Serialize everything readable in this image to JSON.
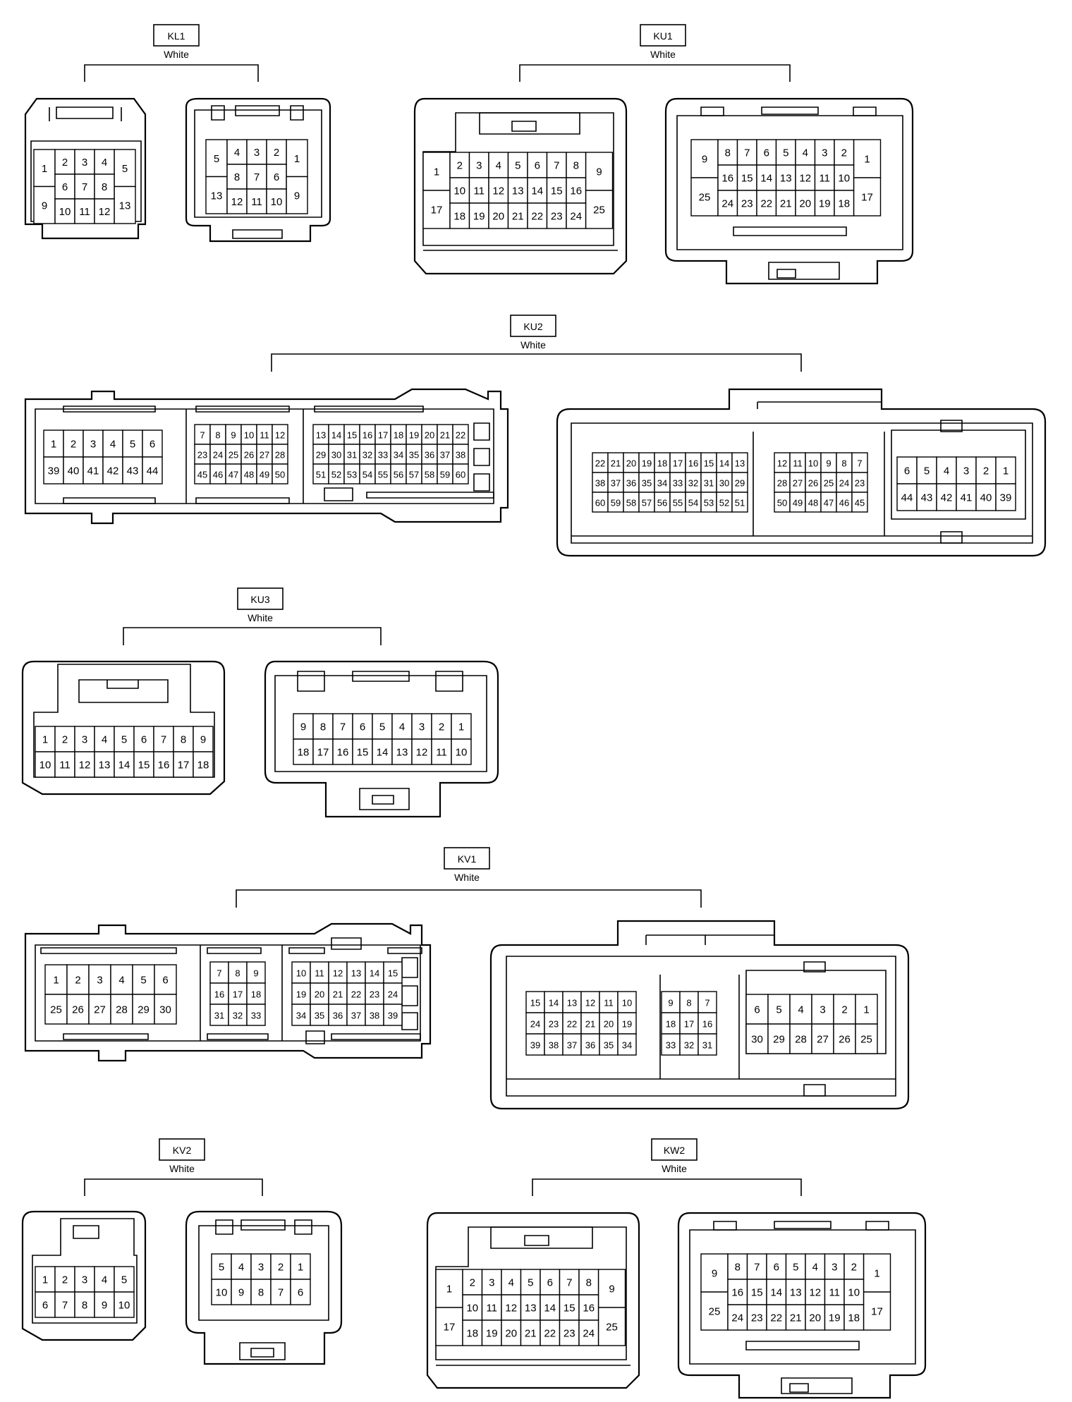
{
  "connectors": [
    {
      "code": "KL1",
      "color": "White",
      "views": [
        {
          "rows": [
            [
              "1",
              "2",
              "3",
              "4",
              "5"
            ],
            [
              "9",
              "6",
              "7",
              "8",
              "13"
            ],
            [
              "10",
              "11",
              "12"
            ]
          ]
        },
        {
          "rows": [
            [
              "5",
              "4",
              "3",
              "2",
              "1"
            ],
            [
              "13",
              "8",
              "7",
              "6",
              "9"
            ],
            [
              "12",
              "11",
              "10"
            ]
          ]
        }
      ]
    },
    {
      "code": "KU1",
      "color": "White",
      "views": [
        {
          "rows": [
            [
              "1",
              "2",
              "3",
              "4",
              "5",
              "6",
              "7",
              "8",
              "9"
            ],
            [
              "17",
              "10",
              "11",
              "12",
              "13",
              "14",
              "15",
              "16",
              "25"
            ],
            [
              "18",
              "19",
              "20",
              "21",
              "22",
              "23",
              "24"
            ]
          ]
        },
        {
          "rows": [
            [
              "9",
              "8",
              "7",
              "6",
              "5",
              "4",
              "3",
              "2",
              "1"
            ],
            [
              "25",
              "16",
              "15",
              "14",
              "13",
              "12",
              "11",
              "10",
              "17"
            ],
            [
              "24",
              "23",
              "22",
              "21",
              "20",
              "19",
              "18"
            ]
          ]
        }
      ]
    },
    {
      "code": "KU2",
      "color": "White",
      "views": [
        {
          "groups": [
            [
              [
                "1",
                "2",
                "3",
                "4",
                "5",
                "6"
              ],
              [
                "39",
                "40",
                "41",
                "42",
                "43",
                "44"
              ]
            ],
            [
              [
                "7",
                "8",
                "9",
                "10",
                "11",
                "12"
              ],
              [
                "23",
                "24",
                "25",
                "26",
                "27",
                "28"
              ],
              [
                "45",
                "46",
                "47",
                "48",
                "49",
                "50"
              ]
            ],
            [
              [
                "13",
                "14",
                "15",
                "16",
                "17",
                "18",
                "19",
                "20",
                "21",
                "22"
              ],
              [
                "29",
                "30",
                "31",
                "32",
                "33",
                "34",
                "35",
                "36",
                "37",
                "38"
              ],
              [
                "51",
                "52",
                "53",
                "54",
                "55",
                "56",
                "57",
                "58",
                "59",
                "60"
              ]
            ]
          ]
        },
        {
          "groups": [
            [
              [
                "22",
                "21",
                "20",
                "19",
                "18",
                "17",
                "16",
                "15",
                "14",
                "13"
              ],
              [
                "38",
                "37",
                "36",
                "35",
                "34",
                "33",
                "32",
                "31",
                "30",
                "29"
              ],
              [
                "60",
                "59",
                "58",
                "57",
                "56",
                "55",
                "54",
                "53",
                "52",
                "51"
              ]
            ],
            [
              [
                "12",
                "11",
                "10",
                "9",
                "8",
                "7"
              ],
              [
                "28",
                "27",
                "26",
                "25",
                "24",
                "23"
              ],
              [
                "50",
                "49",
                "48",
                "47",
                "46",
                "45"
              ]
            ],
            [
              [
                "6",
                "5",
                "4",
                "3",
                "2",
                "1"
              ],
              [
                "44",
                "43",
                "42",
                "41",
                "40",
                "39"
              ]
            ]
          ]
        }
      ]
    },
    {
      "code": "KU3",
      "color": "White",
      "views": [
        {
          "rows": [
            [
              "1",
              "2",
              "3",
              "4",
              "5",
              "6",
              "7",
              "8",
              "9"
            ],
            [
              "10",
              "11",
              "12",
              "13",
              "14",
              "15",
              "16",
              "17",
              "18"
            ]
          ]
        },
        {
          "rows": [
            [
              "9",
              "8",
              "7",
              "6",
              "5",
              "4",
              "3",
              "2",
              "1"
            ],
            [
              "18",
              "17",
              "16",
              "15",
              "14",
              "13",
              "12",
              "11",
              "10"
            ]
          ]
        }
      ]
    },
    {
      "code": "KV1",
      "color": "White",
      "views": [
        {
          "groups": [
            [
              [
                "1",
                "2",
                "3",
                "4",
                "5",
                "6"
              ],
              [
                "25",
                "26",
                "27",
                "28",
                "29",
                "30"
              ]
            ],
            [
              [
                "7",
                "8",
                "9"
              ],
              [
                "16",
                "17",
                "18"
              ],
              [
                "31",
                "32",
                "33"
              ]
            ],
            [
              [
                "10",
                "11",
                "12",
                "13",
                "14",
                "15"
              ],
              [
                "19",
                "20",
                "21",
                "22",
                "23",
                "24"
              ],
              [
                "34",
                "35",
                "36",
                "37",
                "38",
                "39"
              ]
            ]
          ]
        },
        {
          "groups": [
            [
              [
                "15",
                "14",
                "13",
                "12",
                "11",
                "10"
              ],
              [
                "24",
                "23",
                "22",
                "21",
                "20",
                "19"
              ],
              [
                "39",
                "38",
                "37",
                "36",
                "35",
                "34"
              ]
            ],
            [
              [
                "9",
                "8",
                "7"
              ],
              [
                "18",
                "17",
                "16"
              ],
              [
                "33",
                "32",
                "31"
              ]
            ],
            [
              [
                "6",
                "5",
                "4",
                "3",
                "2",
                "1"
              ],
              [
                "30",
                "29",
                "28",
                "27",
                "26",
                "25"
              ]
            ]
          ]
        }
      ]
    },
    {
      "code": "KV2",
      "color": "White",
      "views": [
        {
          "rows": [
            [
              "1",
              "2",
              "3",
              "4",
              "5"
            ],
            [
              "6",
              "7",
              "8",
              "9",
              "10"
            ]
          ]
        },
        {
          "rows": [
            [
              "5",
              "4",
              "3",
              "2",
              "1"
            ],
            [
              "10",
              "9",
              "8",
              "7",
              "6"
            ]
          ]
        }
      ]
    },
    {
      "code": "KW2",
      "color": "White",
      "views": [
        {
          "rows": [
            [
              "1",
              "2",
              "3",
              "4",
              "5",
              "6",
              "7",
              "8",
              "9"
            ],
            [
              "17",
              "10",
              "11",
              "12",
              "13",
              "14",
              "15",
              "16",
              "25"
            ],
            [
              "18",
              "19",
              "20",
              "21",
              "22",
              "23",
              "24"
            ]
          ]
        },
        {
          "rows": [
            [
              "9",
              "8",
              "7",
              "6",
              "5",
              "4",
              "3",
              "2",
              "1"
            ],
            [
              "25",
              "16",
              "15",
              "14",
              "13",
              "12",
              "11",
              "10",
              "17"
            ],
            [
              "24",
              "23",
              "22",
              "21",
              "20",
              "19",
              "18"
            ]
          ]
        }
      ]
    }
  ]
}
